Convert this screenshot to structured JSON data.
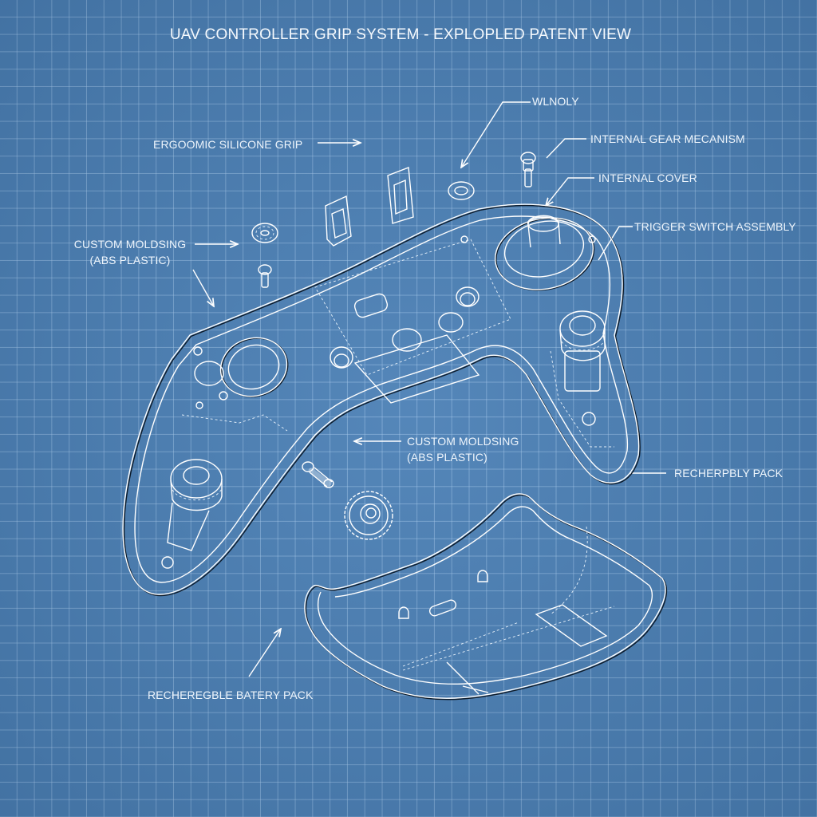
{
  "title": "UAV CONTROLLER GRIP SYSTEM - EXPLOPLED PATENT VIEW",
  "colors": {
    "background": "#4a7fb5",
    "grid": "#aacdf0",
    "line": "#ffffff",
    "line_shadow": "#0d1a28"
  },
  "labels": {
    "wlnoly": "WLNOLY",
    "internal_gear_mechanism": "INTERNAL GEAR MECANISM",
    "internal_cover": "INTERNAL COVER",
    "ergonomic_grip": "ERGOOMIC SILICONE GRIP",
    "custom_molding_left_line1": "CUSTOM MOLDSING",
    "custom_molding_left_line2": "(ABS PLASTIC)",
    "trigger_switch": "TRIGGER SWITCH ASSEMBLY",
    "custom_molding_center_line1": "CUSTOM MOLDSING",
    "custom_molding_center_line2": "(ABS PLASTIC)",
    "rechargeable_pack_right": "RECHERPBLY PACK",
    "rechargeable_battery_pack": "RECHEREGBLE BATERY PACK"
  },
  "parts": [
    "controller-housing",
    "left-grip-internal-gear",
    "right-grip-internal-gear",
    "analog-thumbstick",
    "loose-washer-left",
    "loose-screw-left",
    "loose-bracket-1",
    "loose-bracket-2",
    "loose-washer-top",
    "loose-screw-top",
    "loose-gear-bottom",
    "loose-screw-bottom",
    "battery-tray"
  ]
}
